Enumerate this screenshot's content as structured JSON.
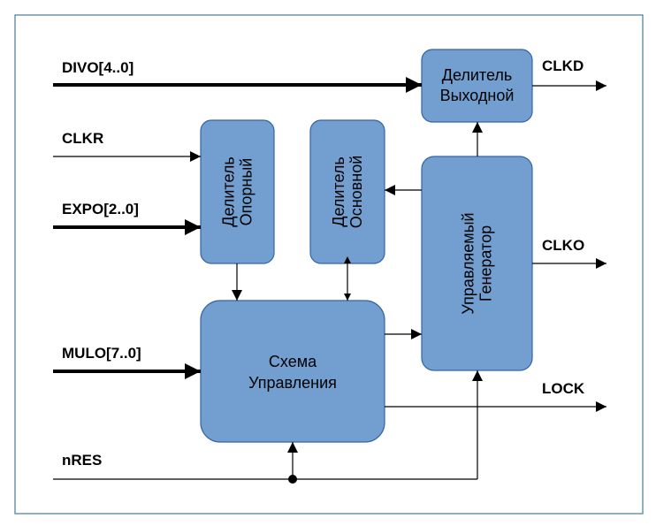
{
  "signals": {
    "divo": "DIVO[4..0]",
    "clkr": "CLKR",
    "expo": "EXPO[2..0]",
    "mulo": "MULO[7..0]",
    "nres": "nRES",
    "clkd": "CLKD",
    "clko": "CLKO",
    "lock": "LOCK"
  },
  "blocks": {
    "output_divider": {
      "line1": "Делитель",
      "line2": "Выходной"
    },
    "reference_divider": {
      "line1": "Делитель",
      "line2": "Опорный"
    },
    "main_divider": {
      "line1": "Делитель",
      "line2": "Основной"
    },
    "controlled_generator": {
      "line1": "Управляемый",
      "line2": "Генератор"
    },
    "control_circuit": {
      "line1": "Схема",
      "line2": "Управления"
    }
  },
  "colors": {
    "block_fill": "#729fcf",
    "block_stroke": "#3465a4",
    "frame": "#4a7a9a"
  }
}
